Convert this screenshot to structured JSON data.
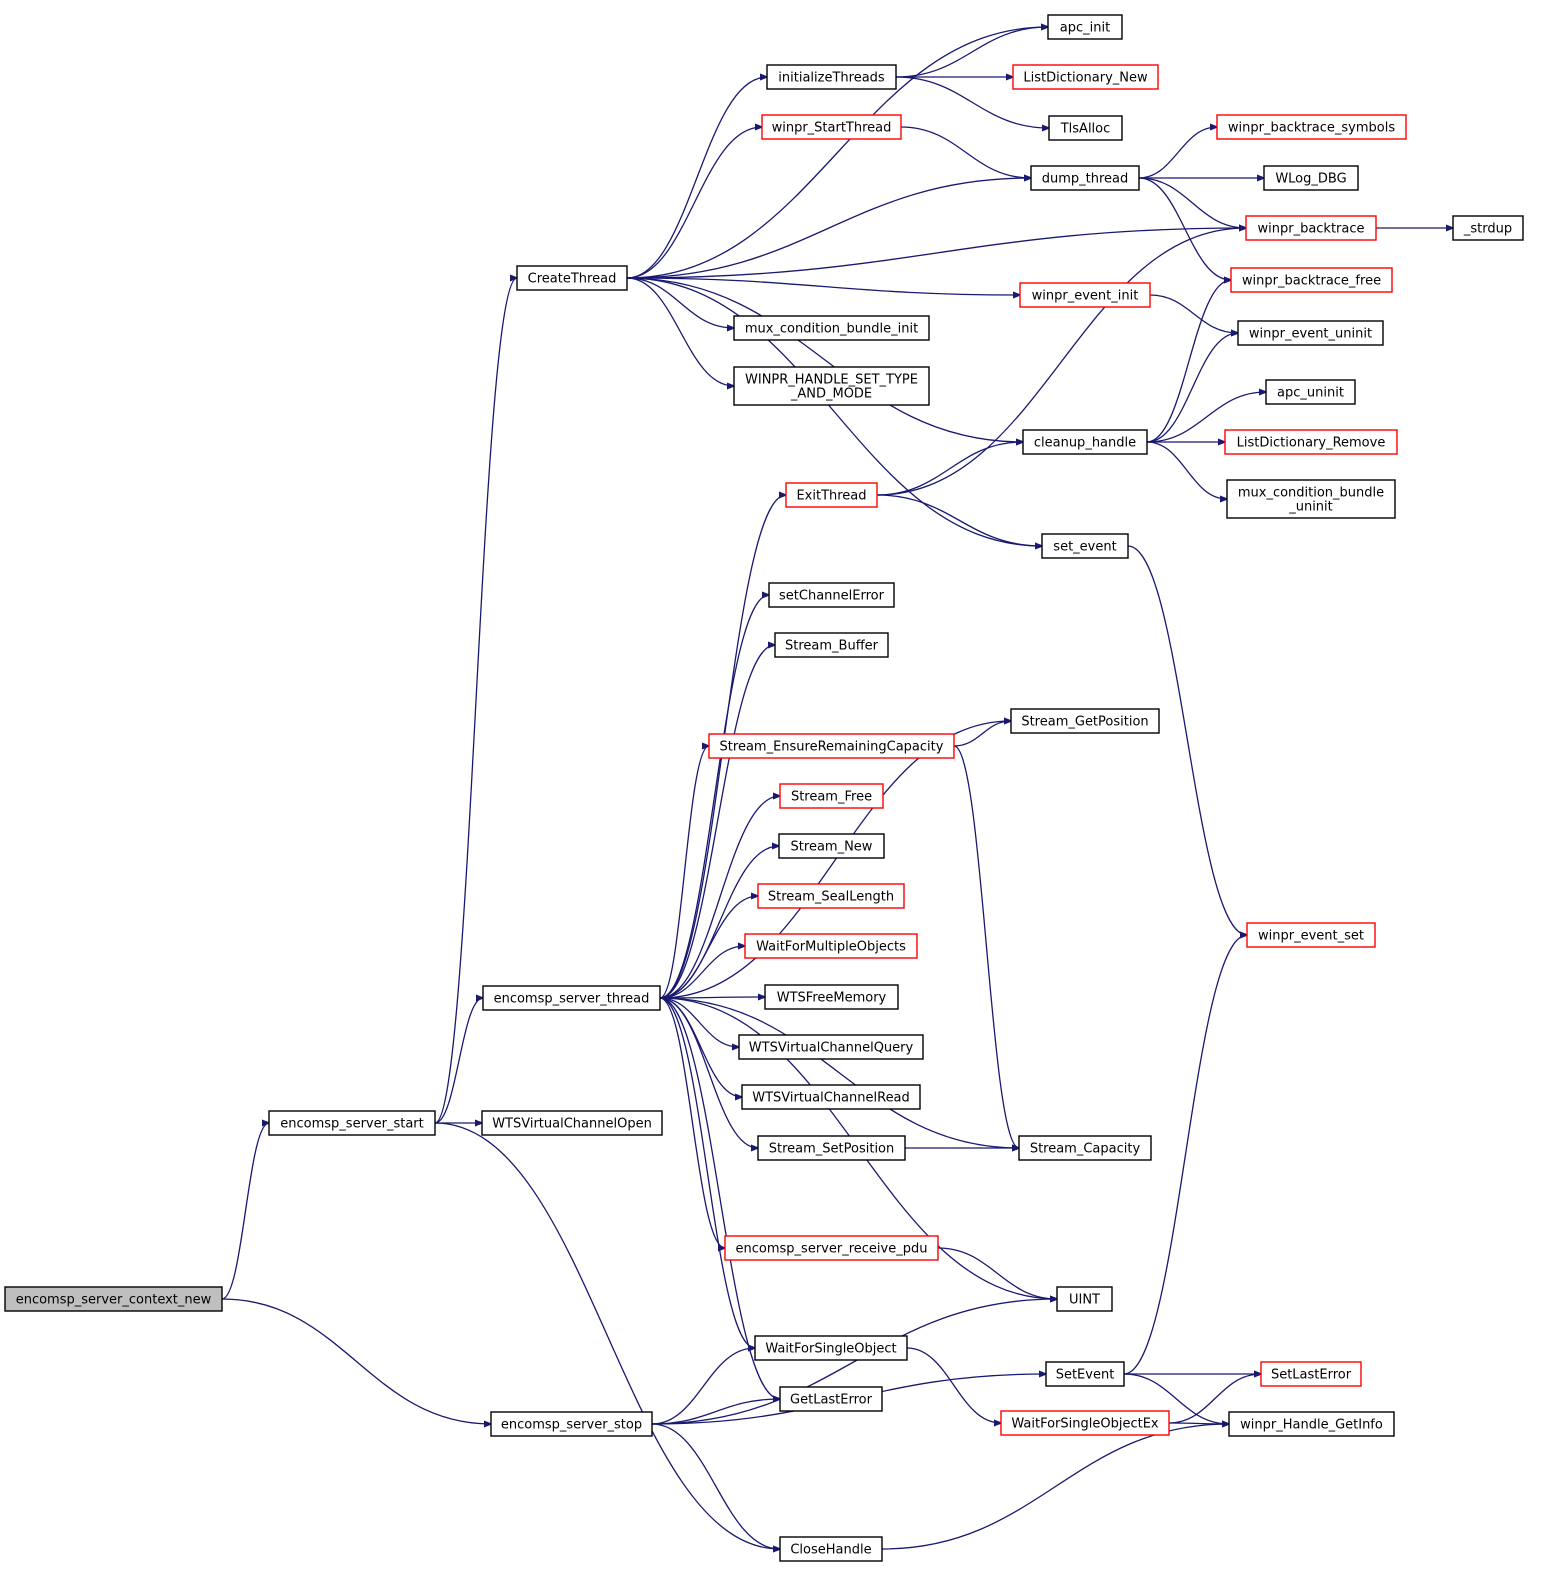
{
  "nodes": [
    {
      "id": "encomsp_server_context_new",
      "lines": [
        "encomsp_server_context_new"
      ],
      "color": "gray"
    },
    {
      "id": "encomsp_server_start",
      "lines": [
        "encomsp_server_start"
      ],
      "color": "black"
    },
    {
      "id": "encomsp_server_stop",
      "lines": [
        "encomsp_server_stop"
      ],
      "color": "black"
    },
    {
      "id": "CreateThread",
      "lines": [
        "CreateThread"
      ],
      "color": "black"
    },
    {
      "id": "encomsp_server_thread",
      "lines": [
        "encomsp_server_thread"
      ],
      "color": "black"
    },
    {
      "id": "WTSVirtualChannelOpen",
      "lines": [
        "WTSVirtualChannelOpen"
      ],
      "color": "black"
    },
    {
      "id": "CloseHandle",
      "lines": [
        "CloseHandle"
      ],
      "color": "black"
    },
    {
      "id": "apc_init",
      "lines": [
        "apc_init"
      ],
      "color": "black"
    },
    {
      "id": "initializeThreads",
      "lines": [
        "initializeThreads"
      ],
      "color": "black"
    },
    {
      "id": "ListDictionary_New",
      "lines": [
        "ListDictionary_New"
      ],
      "color": "red"
    },
    {
      "id": "TlsAlloc",
      "lines": [
        "TlsAlloc"
      ],
      "color": "black"
    },
    {
      "id": "winpr_StartThread",
      "lines": [
        "winpr_StartThread"
      ],
      "color": "red"
    },
    {
      "id": "dump_thread",
      "lines": [
        "dump_thread"
      ],
      "color": "black"
    },
    {
      "id": "winpr_backtrace_symbols",
      "lines": [
        "winpr_backtrace_symbols"
      ],
      "color": "red"
    },
    {
      "id": "WLog_DBG",
      "lines": [
        "WLog_DBG"
      ],
      "color": "black"
    },
    {
      "id": "winpr_backtrace",
      "lines": [
        "winpr_backtrace"
      ],
      "color": "red"
    },
    {
      "id": "_strdup",
      "lines": [
        "_strdup"
      ],
      "color": "black"
    },
    {
      "id": "winpr_backtrace_free",
      "lines": [
        "winpr_backtrace_free"
      ],
      "color": "red"
    },
    {
      "id": "winpr_event_init",
      "lines": [
        "winpr_event_init"
      ],
      "color": "red"
    },
    {
      "id": "winpr_event_uninit",
      "lines": [
        "winpr_event_uninit"
      ],
      "color": "black"
    },
    {
      "id": "mux_condition_bundle_init",
      "lines": [
        "mux_condition_bundle_init"
      ],
      "color": "black"
    },
    {
      "id": "WINPR_HANDLE_SET_TYPE_AND_MODE",
      "lines": [
        "WINPR_HANDLE_SET_TYPE",
        "_AND_MODE"
      ],
      "color": "black"
    },
    {
      "id": "apc_uninit",
      "lines": [
        "apc_uninit"
      ],
      "color": "black"
    },
    {
      "id": "cleanup_handle",
      "lines": [
        "cleanup_handle"
      ],
      "color": "black"
    },
    {
      "id": "ListDictionary_Remove",
      "lines": [
        "ListDictionary_Remove"
      ],
      "color": "red"
    },
    {
      "id": "ExitThread",
      "lines": [
        "ExitThread"
      ],
      "color": "red"
    },
    {
      "id": "mux_condition_bundle_uninit",
      "lines": [
        "mux_condition_bundle",
        "_uninit"
      ],
      "color": "black"
    },
    {
      "id": "set_event",
      "lines": [
        "set_event"
      ],
      "color": "black"
    },
    {
      "id": "setChannelError",
      "lines": [
        "setChannelError"
      ],
      "color": "black"
    },
    {
      "id": "Stream_Buffer",
      "lines": [
        "Stream_Buffer"
      ],
      "color": "black"
    },
    {
      "id": "Stream_GetPosition",
      "lines": [
        "Stream_GetPosition"
      ],
      "color": "black"
    },
    {
      "id": "Stream_EnsureRemainingCapacity",
      "lines": [
        "Stream_EnsureRemainingCapacity"
      ],
      "color": "red"
    },
    {
      "id": "Stream_Free",
      "lines": [
        "Stream_Free"
      ],
      "color": "red"
    },
    {
      "id": "Stream_New",
      "lines": [
        "Stream_New"
      ],
      "color": "black"
    },
    {
      "id": "Stream_SealLength",
      "lines": [
        "Stream_SealLength"
      ],
      "color": "red"
    },
    {
      "id": "WaitForMultipleObjects",
      "lines": [
        "WaitForMultipleObjects"
      ],
      "color": "red"
    },
    {
      "id": "winpr_event_set",
      "lines": [
        "winpr_event_set"
      ],
      "color": "red"
    },
    {
      "id": "WTSFreeMemory",
      "lines": [
        "WTSFreeMemory"
      ],
      "color": "black"
    },
    {
      "id": "WTSVirtualChannelQuery",
      "lines": [
        "WTSVirtualChannelQuery"
      ],
      "color": "black"
    },
    {
      "id": "WTSVirtualChannelRead",
      "lines": [
        "WTSVirtualChannelRead"
      ],
      "color": "black"
    },
    {
      "id": "Stream_SetPosition",
      "lines": [
        "Stream_SetPosition"
      ],
      "color": "black"
    },
    {
      "id": "Stream_Capacity",
      "lines": [
        "Stream_Capacity"
      ],
      "color": "black"
    },
    {
      "id": "encomsp_server_receive_pdu",
      "lines": [
        "encomsp_server_receive_pdu"
      ],
      "color": "red"
    },
    {
      "id": "UINT",
      "lines": [
        "UINT"
      ],
      "color": "black"
    },
    {
      "id": "WaitForSingleObject",
      "lines": [
        "WaitForSingleObject"
      ],
      "color": "black"
    },
    {
      "id": "SetEvent",
      "lines": [
        "SetEvent"
      ],
      "color": "black"
    },
    {
      "id": "SetLastError",
      "lines": [
        "SetLastError"
      ],
      "color": "red"
    },
    {
      "id": "GetLastError",
      "lines": [
        "GetLastError"
      ],
      "color": "black"
    },
    {
      "id": "WaitForSingleObjectEx",
      "lines": [
        "WaitForSingleObjectEx"
      ],
      "color": "red"
    },
    {
      "id": "winpr_Handle_GetInfo",
      "lines": [
        "winpr_Handle_GetInfo"
      ],
      "color": "black"
    }
  ],
  "edges": [
    [
      "encomsp_server_context_new",
      "encomsp_server_start"
    ],
    [
      "encomsp_server_context_new",
      "encomsp_server_stop"
    ],
    [
      "encomsp_server_start",
      "CreateThread"
    ],
    [
      "encomsp_server_start",
      "encomsp_server_thread"
    ],
    [
      "encomsp_server_start",
      "WTSVirtualChannelOpen"
    ],
    [
      "encomsp_server_start",
      "CloseHandle"
    ],
    [
      "CreateThread",
      "apc_init"
    ],
    [
      "CreateThread",
      "initializeThreads"
    ],
    [
      "CreateThread",
      "winpr_StartThread"
    ],
    [
      "CreateThread",
      "dump_thread"
    ],
    [
      "CreateThread",
      "winpr_backtrace"
    ],
    [
      "CreateThread",
      "winpr_event_init"
    ],
    [
      "CreateThread",
      "mux_condition_bundle_init"
    ],
    [
      "CreateThread",
      "WINPR_HANDLE_SET_TYPE_AND_MODE"
    ],
    [
      "CreateThread",
      "cleanup_handle"
    ],
    [
      "CreateThread",
      "set_event"
    ],
    [
      "initializeThreads",
      "apc_init"
    ],
    [
      "initializeThreads",
      "ListDictionary_New"
    ],
    [
      "initializeThreads",
      "TlsAlloc"
    ],
    [
      "winpr_StartThread",
      "dump_thread"
    ],
    [
      "dump_thread",
      "winpr_backtrace_symbols"
    ],
    [
      "dump_thread",
      "WLog_DBG"
    ],
    [
      "dump_thread",
      "winpr_backtrace"
    ],
    [
      "dump_thread",
      "winpr_backtrace_free"
    ],
    [
      "winpr_backtrace",
      "_strdup"
    ],
    [
      "winpr_event_init",
      "winpr_event_uninit"
    ],
    [
      "cleanup_handle",
      "winpr_backtrace_free"
    ],
    [
      "cleanup_handle",
      "winpr_event_uninit"
    ],
    [
      "cleanup_handle",
      "apc_uninit"
    ],
    [
      "cleanup_handle",
      "ListDictionary_Remove"
    ],
    [
      "cleanup_handle",
      "mux_condition_bundle_uninit"
    ],
    [
      "ExitThread",
      "winpr_backtrace"
    ],
    [
      "ExitThread",
      "cleanup_handle"
    ],
    [
      "ExitThread",
      "set_event"
    ],
    [
      "set_event",
      "winpr_event_set"
    ],
    [
      "encomsp_server_thread",
      "ExitThread"
    ],
    [
      "encomsp_server_thread",
      "setChannelError"
    ],
    [
      "encomsp_server_thread",
      "Stream_Buffer"
    ],
    [
      "encomsp_server_thread",
      "Stream_GetPosition"
    ],
    [
      "encomsp_server_thread",
      "Stream_EnsureRemainingCapacity"
    ],
    [
      "encomsp_server_thread",
      "Stream_Free"
    ],
    [
      "encomsp_server_thread",
      "Stream_New"
    ],
    [
      "encomsp_server_thread",
      "Stream_SealLength"
    ],
    [
      "encomsp_server_thread",
      "WaitForMultipleObjects"
    ],
    [
      "encomsp_server_thread",
      "WTSFreeMemory"
    ],
    [
      "encomsp_server_thread",
      "WTSVirtualChannelQuery"
    ],
    [
      "encomsp_server_thread",
      "WTSVirtualChannelRead"
    ],
    [
      "encomsp_server_thread",
      "Stream_SetPosition"
    ],
    [
      "encomsp_server_thread",
      "Stream_Capacity"
    ],
    [
      "encomsp_server_thread",
      "encomsp_server_receive_pdu"
    ],
    [
      "encomsp_server_thread",
      "UINT"
    ],
    [
      "encomsp_server_thread",
      "WaitForSingleObject"
    ],
    [
      "encomsp_server_thread",
      "GetLastError"
    ],
    [
      "Stream_EnsureRemainingCapacity",
      "Stream_GetPosition"
    ],
    [
      "Stream_EnsureRemainingCapacity",
      "Stream_Capacity"
    ],
    [
      "Stream_SetPosition",
      "Stream_Capacity"
    ],
    [
      "encomsp_server_receive_pdu",
      "UINT"
    ],
    [
      "WaitForSingleObject",
      "WaitForSingleObjectEx"
    ],
    [
      "WaitForSingleObjectEx",
      "SetLastError"
    ],
    [
      "WaitForSingleObjectEx",
      "winpr_Handle_GetInfo"
    ],
    [
      "SetEvent",
      "winpr_event_set"
    ],
    [
      "SetEvent",
      "SetLastError"
    ],
    [
      "SetEvent",
      "winpr_Handle_GetInfo"
    ],
    [
      "encomsp_server_stop",
      "WaitForSingleObject"
    ],
    [
      "encomsp_server_stop",
      "GetLastError"
    ],
    [
      "encomsp_server_stop",
      "UINT"
    ],
    [
      "encomsp_server_stop",
      "SetEvent"
    ],
    [
      "encomsp_server_stop",
      "CloseHandle"
    ],
    [
      "CloseHandle",
      "winpr_Handle_GetInfo"
    ]
  ]
}
